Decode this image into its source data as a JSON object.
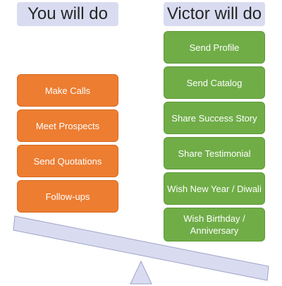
{
  "colors": {
    "header_fill": "#d9dcf0",
    "left_box": "#ed7d31",
    "right_box": "#70ad47",
    "beam": "#d9dcf0",
    "beam_border": "#9ea3c8"
  },
  "left": {
    "title": "You will do",
    "items": [
      "Make Calls",
      "Meet Prospects",
      "Send Quotations",
      "Follow-ups"
    ]
  },
  "right": {
    "title": "Victor will do",
    "items": [
      "Send Profile",
      "Send Catalog",
      "Share Success Story",
      "Share Testimonial",
      "Wish New Year / Diwali",
      "Wish Birthday / Anniversary"
    ]
  }
}
